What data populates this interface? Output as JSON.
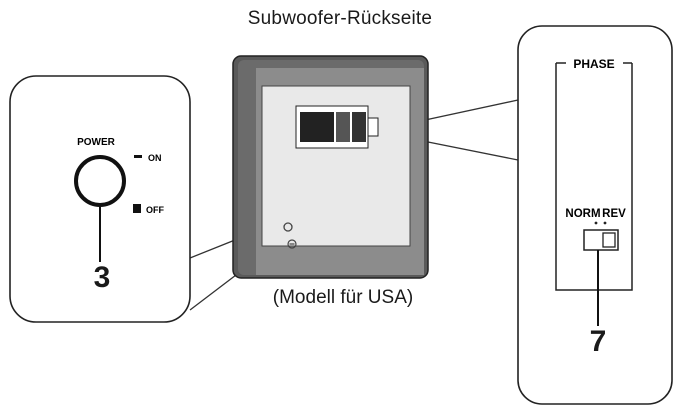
{
  "title": "Subwoofer-Rückseite",
  "caption": "(Modell für USA)",
  "left_panel": {
    "power_label": "POWER",
    "on_label": "ON",
    "off_label": "OFF",
    "callout_number": "3"
  },
  "right_panel": {
    "phase_label": "PHASE",
    "norm_label": "NORM",
    "rev_label": "REV",
    "callout_number": "7"
  }
}
